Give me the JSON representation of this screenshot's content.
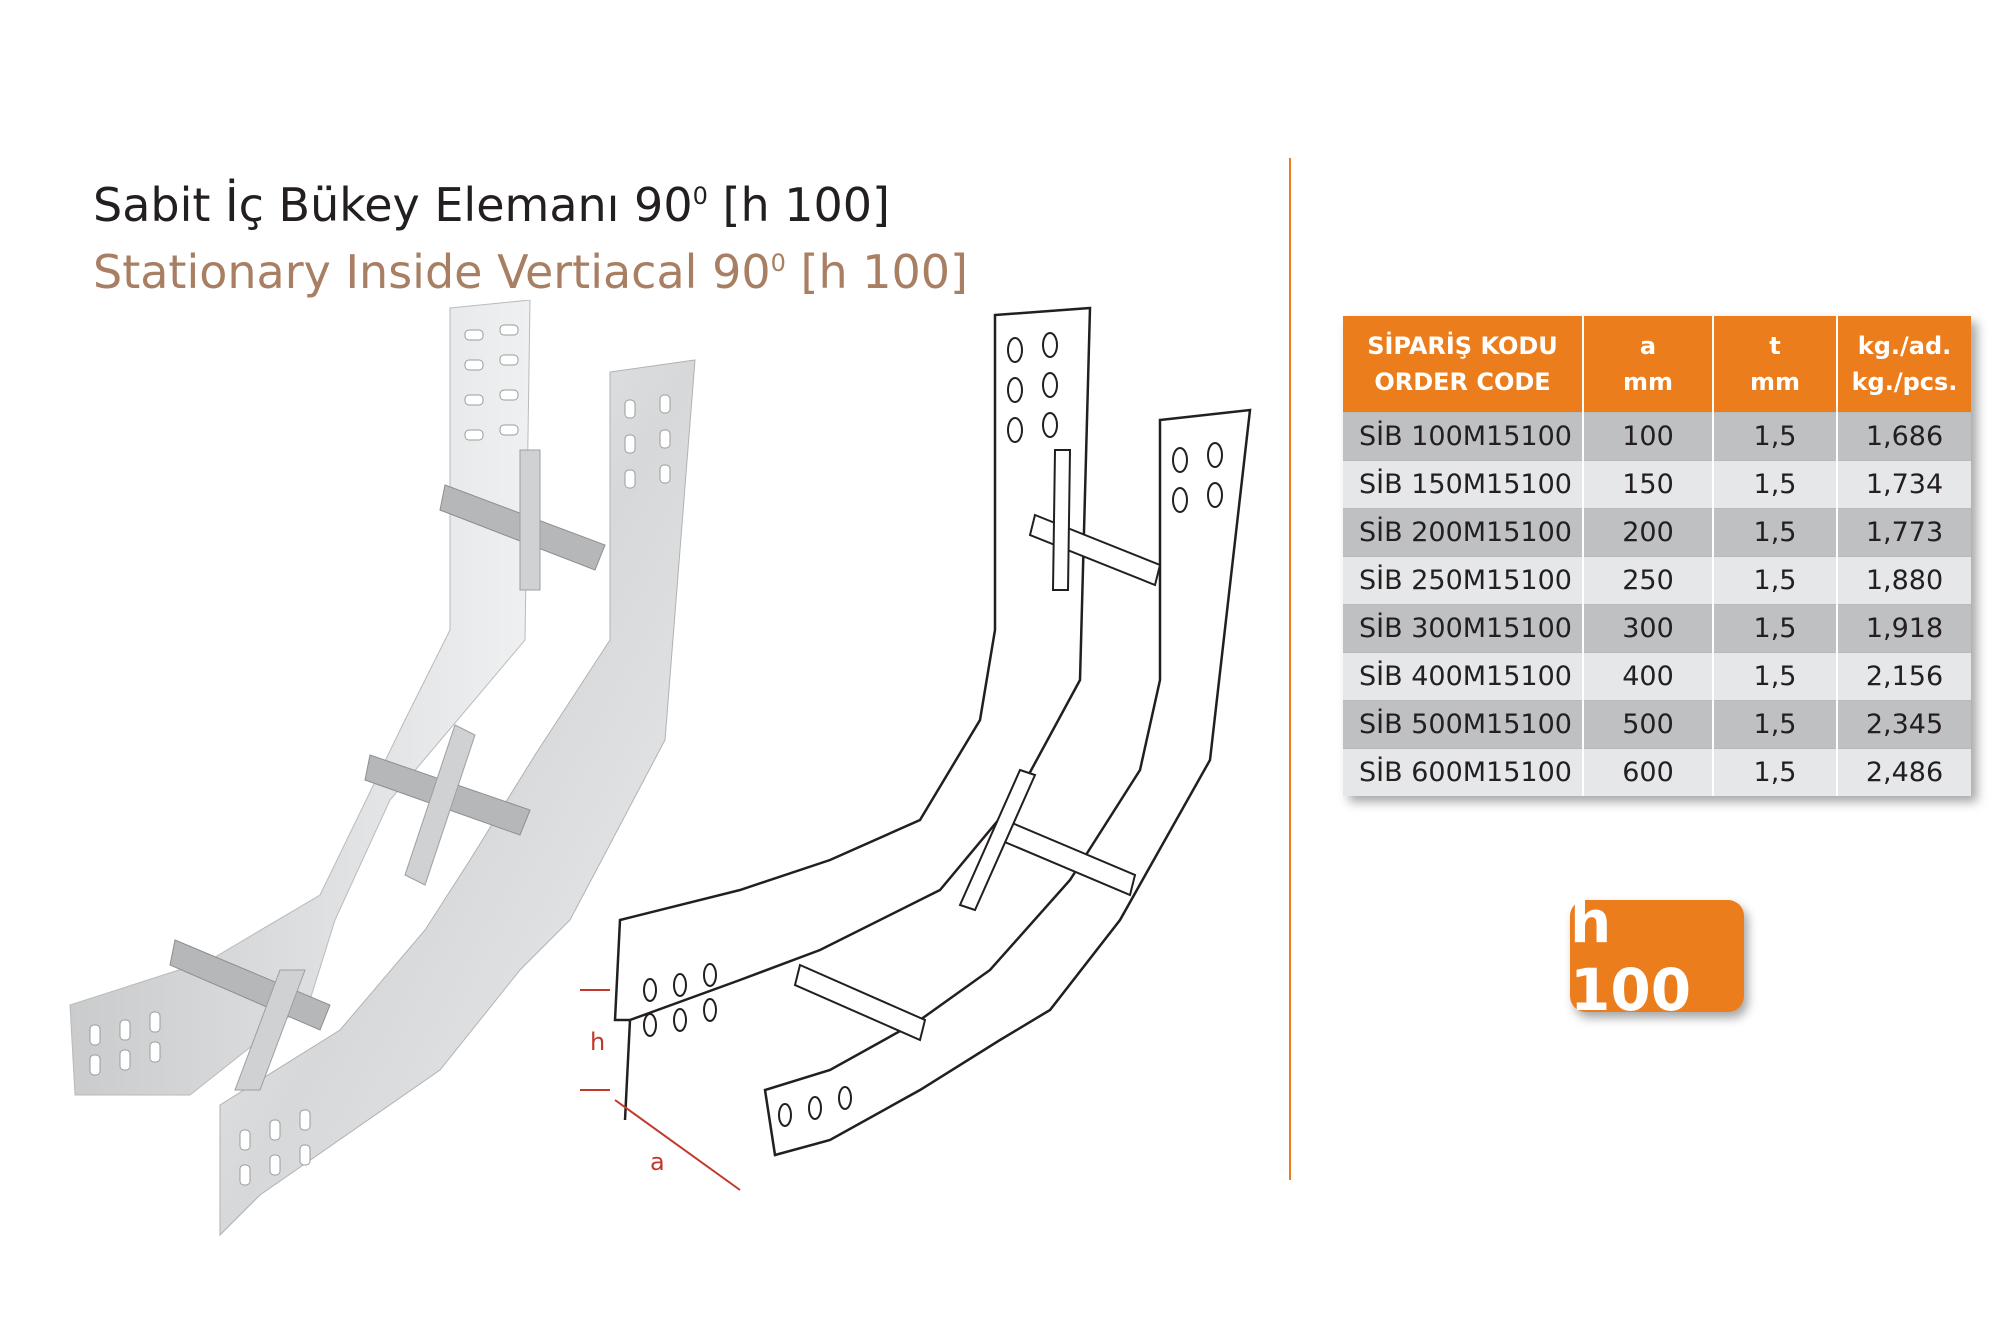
{
  "heading": {
    "title_tr": "Sabit İç Bükey Elemanı 90",
    "title_tr_sup": "0",
    "title_tr_suffix": " [h 100]",
    "title_en": "Stationary Inside Vertiacal 90",
    "title_en_sup": "0",
    "title_en_suffix": " [h 100]"
  },
  "drawing": {
    "dim_h": "h",
    "dim_a": "a"
  },
  "table": {
    "headers": [
      {
        "line1": "SİPARİŞ KODU",
        "line2": "ORDER CODE"
      },
      {
        "line1": "a",
        "line2": "mm"
      },
      {
        "line1": "t",
        "line2": "mm"
      },
      {
        "line1": "kg./ad.",
        "line2": "kg./pcs."
      }
    ],
    "rows": [
      {
        "code": "SİB 100M15100",
        "a": "100",
        "t": "1,5",
        "kg": "1,686"
      },
      {
        "code": "SİB 150M15100",
        "a": "150",
        "t": "1,5",
        "kg": "1,734"
      },
      {
        "code": "SİB 200M15100",
        "a": "200",
        "t": "1,5",
        "kg": "1,773"
      },
      {
        "code": "SİB 250M15100",
        "a": "250",
        "t": "1,5",
        "kg": "1,880"
      },
      {
        "code": "SİB 300M15100",
        "a": "300",
        "t": "1,5",
        "kg": "1,918"
      },
      {
        "code": "SİB 400M15100",
        "a": "400",
        "t": "1,5",
        "kg": "2,156"
      },
      {
        "code": "SİB 500M15100",
        "a": "500",
        "t": "1,5",
        "kg": "2,345"
      },
      {
        "code": "SİB 600M15100",
        "a": "600",
        "t": "1,5",
        "kg": "2,486"
      }
    ]
  },
  "badge": {
    "label": "h 100"
  },
  "colors": {
    "accent": "#ec7d1c",
    "title_en": "#a87f63",
    "row_dark": "#bfc0c2",
    "row_light": "#e6e7e8"
  }
}
